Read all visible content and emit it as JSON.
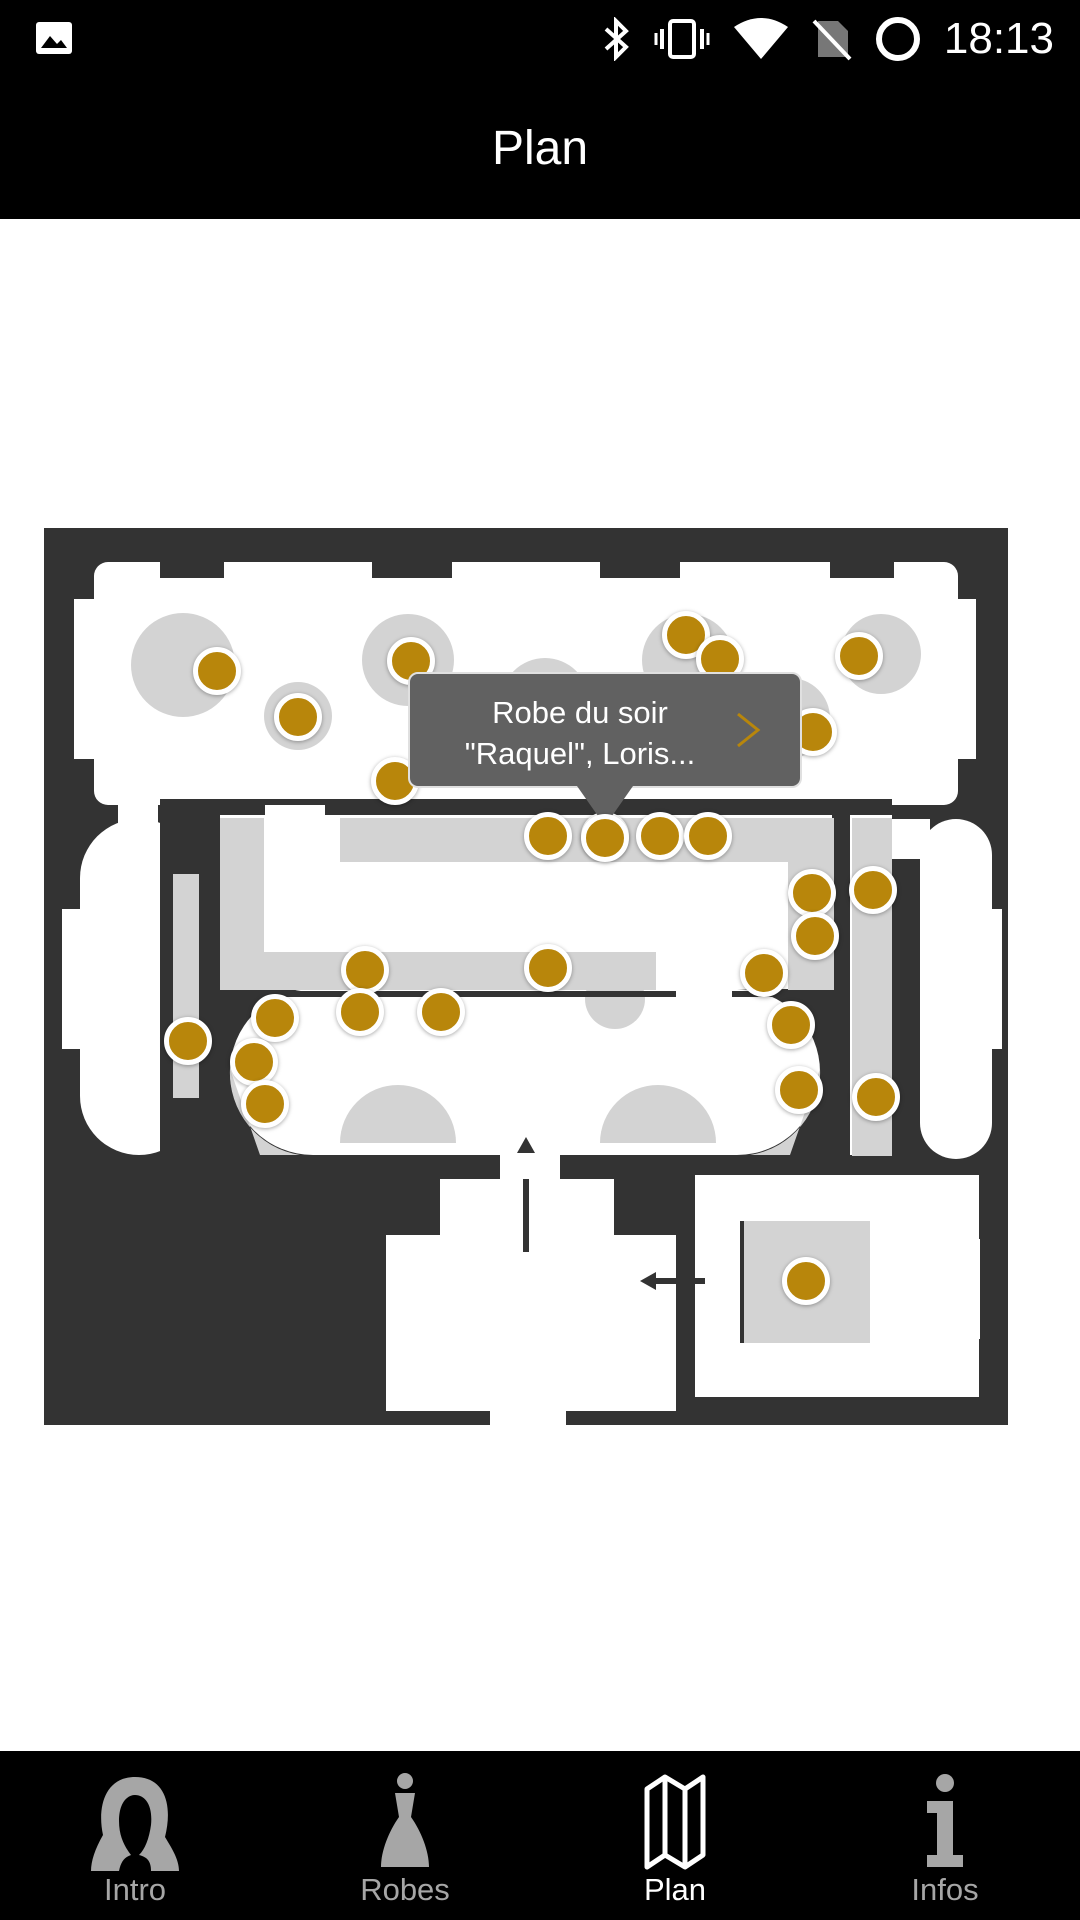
{
  "status_bar": {
    "time": "18:13",
    "icons": [
      "image-notification-icon",
      "bluetooth-icon",
      "vibrate-icon",
      "wifi-icon",
      "no-sim-icon",
      "battery-ring-icon"
    ]
  },
  "app_bar": {
    "title": "Plan"
  },
  "map": {
    "colors": {
      "wall": "#333333",
      "floor": "#ffffff",
      "zone": "#d3d3d3",
      "pin": "#b8860b",
      "pin_border": "#ffffff"
    },
    "pin_count": 33,
    "callout": {
      "line1": "Robe du soir",
      "line2": "\"Raquel\", Loris...",
      "chevron_icon": "chevron-right-icon",
      "chevron_color": "#b8860b"
    }
  },
  "tab_bar": {
    "tabs": [
      {
        "label": "Intro",
        "icon": "woman-silhouette-icon",
        "active": false
      },
      {
        "label": "Robes",
        "icon": "dress-icon",
        "active": false
      },
      {
        "label": "Plan",
        "icon": "map-icon",
        "active": true
      },
      {
        "label": "Infos",
        "icon": "info-icon",
        "active": false
      }
    ]
  }
}
